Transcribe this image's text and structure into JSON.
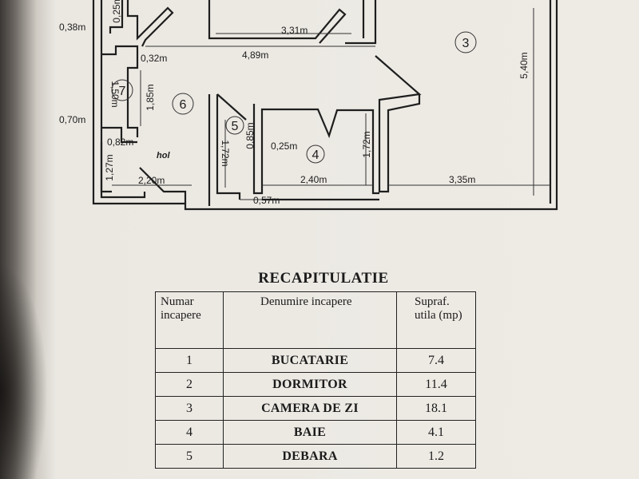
{
  "floorplan": {
    "dimensions": {
      "d_025": "0,25m",
      "d_038": "0,38m",
      "d_331": "3,31m",
      "d_489": "4,89m",
      "d_032": "0,32m",
      "d_150": "1,50m",
      "d_185": "1,85m",
      "d_070": "0,70m",
      "d_082": "0,82m",
      "d_127": "1,27m",
      "d_220": "2,20m",
      "d_172a": "1,72m",
      "d_085": "0,85m",
      "d_025b": "0,25m",
      "d_240": "2,40m",
      "d_172b": "1,72m",
      "d_335": "3,35m",
      "d_057": "0,57m",
      "d_540": "5,40m"
    },
    "rooms": {
      "r3": "3",
      "r4": "4",
      "r5": "5",
      "r6": "6",
      "r7": "7"
    },
    "hol_label": "hol"
  },
  "recap": {
    "title": "RECAPITULATIE",
    "headers": {
      "number": "Numar incapere",
      "name": "Denumire incapere",
      "area": "Supraf. utila (mp)"
    },
    "rows": [
      {
        "num": "1",
        "name": "BUCATARIE",
        "area": "7.4"
      },
      {
        "num": "2",
        "name": "DORMITOR",
        "area": "11.4"
      },
      {
        "num": "3",
        "name": "CAMERA DE ZI",
        "area": "18.1"
      },
      {
        "num": "4",
        "name": "BAIE",
        "area": "4.1"
      },
      {
        "num": "5",
        "name": "DEBARA",
        "area": "1.2"
      }
    ]
  }
}
